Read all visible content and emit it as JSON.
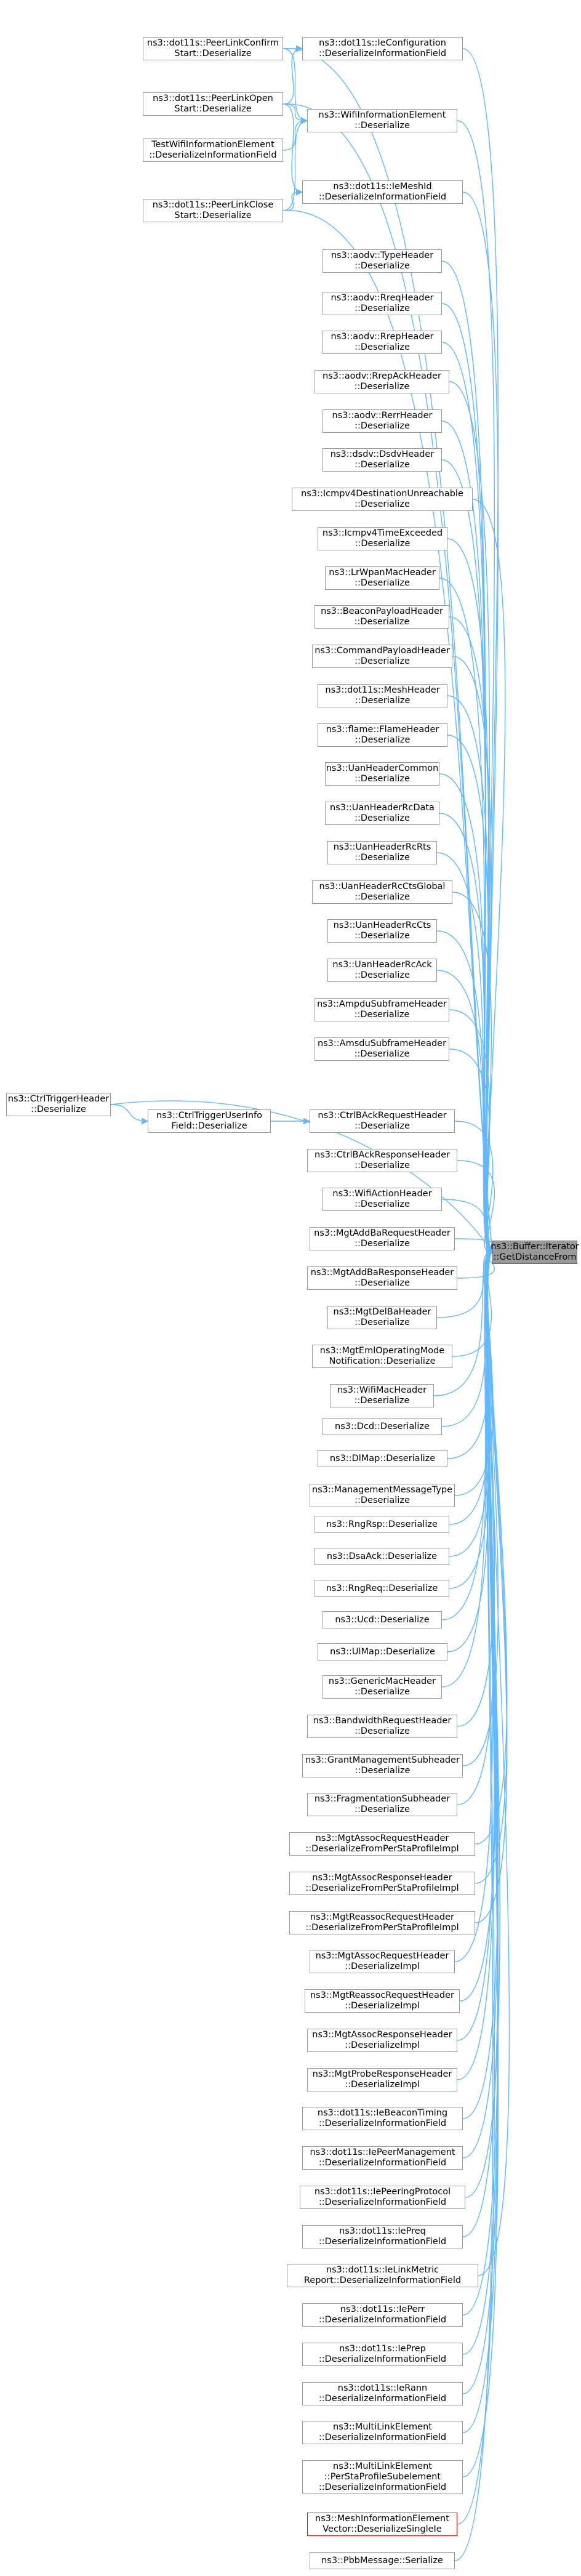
{
  "colors": {
    "edge": "#63b8ff",
    "node_border": "#999999",
    "focus_fill": "#999999",
    "highlight_border": "#ff0000"
  },
  "focus": {
    "lines": [
      "ns3::Buffer::Iterator",
      "::GetDistanceFrom"
    ]
  },
  "left_nodes": [
    {
      "id": "peer-link-confirm",
      "lines": [
        "ns3::dot11s::PeerLinkConfirm",
        "Start::Deserialize"
      ]
    },
    {
      "id": "peer-link-open",
      "lines": [
        "ns3::dot11s::PeerLinkOpen",
        "Start::Deserialize"
      ]
    },
    {
      "id": "test-wifi-information-element",
      "lines": [
        "TestWifiInformationElement",
        "::DeserializeInformationField"
      ]
    },
    {
      "id": "peer-link-close",
      "lines": [
        "ns3::dot11s::PeerLinkClose",
        "Start::Deserialize"
      ]
    },
    {
      "id": "ctrl-trigger-header",
      "lines": [
        "ns3::CtrlTriggerHeader",
        "::Deserialize"
      ]
    },
    {
      "id": "ctrl-trigger-user-info",
      "lines": [
        "ns3::CtrlTriggerUserInfo",
        "Field::Deserialize"
      ]
    }
  ],
  "middle_nodes": [
    {
      "lines": [
        "ns3::dot11s::IeConfiguration",
        "::DeserializeInformationField"
      ]
    },
    {
      "lines": [
        "ns3::WifiInformationElement",
        "::Deserialize"
      ]
    },
    {
      "lines": [
        "ns3::dot11s::IeMeshId",
        "::DeserializeInformationField"
      ]
    },
    {
      "lines": [
        "ns3::aodv::TypeHeader",
        "::Deserialize"
      ]
    },
    {
      "lines": [
        "ns3::aodv::RreqHeader",
        "::Deserialize"
      ]
    },
    {
      "lines": [
        "ns3::aodv::RrepHeader",
        "::Deserialize"
      ]
    },
    {
      "lines": [
        "ns3::aodv::RrepAckHeader",
        "::Deserialize"
      ]
    },
    {
      "lines": [
        "ns3::aodv::RerrHeader",
        "::Deserialize"
      ]
    },
    {
      "lines": [
        "ns3::dsdv::DsdvHeader",
        "::Deserialize"
      ]
    },
    {
      "lines": [
        "ns3::Icmpv4DestinationUnreachable",
        "::Deserialize"
      ]
    },
    {
      "lines": [
        "ns3::Icmpv4TimeExceeded",
        "::Deserialize"
      ]
    },
    {
      "lines": [
        "ns3::LrWpanMacHeader",
        "::Deserialize"
      ]
    },
    {
      "lines": [
        "ns3::BeaconPayloadHeader",
        "::Deserialize"
      ]
    },
    {
      "lines": [
        "ns3::CommandPayloadHeader",
        "::Deserialize"
      ]
    },
    {
      "lines": [
        "ns3::dot11s::MeshHeader",
        "::Deserialize"
      ]
    },
    {
      "lines": [
        "ns3::flame::FlameHeader",
        "::Deserialize"
      ]
    },
    {
      "lines": [
        "ns3::UanHeaderCommon",
        "::Deserialize"
      ]
    },
    {
      "lines": [
        "ns3::UanHeaderRcData",
        "::Deserialize"
      ]
    },
    {
      "lines": [
        "ns3::UanHeaderRcRts",
        "::Deserialize"
      ]
    },
    {
      "lines": [
        "ns3::UanHeaderRcCtsGlobal",
        "::Deserialize"
      ]
    },
    {
      "lines": [
        "ns3::UanHeaderRcCts",
        "::Deserialize"
      ]
    },
    {
      "lines": [
        "ns3::UanHeaderRcAck",
        "::Deserialize"
      ]
    },
    {
      "lines": [
        "ns3::AmpduSubframeHeader",
        "::Deserialize"
      ]
    },
    {
      "lines": [
        "ns3::AmsduSubframeHeader",
        "::Deserialize"
      ]
    },
    {
      "lines": [
        "ns3::CtrlBAckRequestHeader",
        "::Deserialize"
      ]
    },
    {
      "lines": [
        "ns3::CtrlBAckResponseHeader",
        "::Deserialize"
      ]
    },
    {
      "lines": [
        "ns3::WifiActionHeader",
        "::Deserialize"
      ]
    },
    {
      "lines": [
        "ns3::MgtAddBaRequestHeader",
        "::Deserialize"
      ]
    },
    {
      "lines": [
        "ns3::MgtAddBaResponseHeader",
        "::Deserialize"
      ]
    },
    {
      "lines": [
        "ns3::MgtDelBaHeader",
        "::Deserialize"
      ]
    },
    {
      "lines": [
        "ns3::MgtEmlOperatingMode",
        "Notification::Deserialize"
      ]
    },
    {
      "lines": [
        "ns3::WifiMacHeader",
        "::Deserialize"
      ]
    },
    {
      "lines": [
        "ns3::Dcd::Deserialize"
      ]
    },
    {
      "lines": [
        "ns3::DlMap::Deserialize"
      ]
    },
    {
      "lines": [
        "ns3::ManagementMessageType",
        "::Deserialize"
      ]
    },
    {
      "lines": [
        "ns3::RngRsp::Deserialize"
      ]
    },
    {
      "lines": [
        "ns3::DsaAck::Deserialize"
      ]
    },
    {
      "lines": [
        "ns3::RngReq::Deserialize"
      ]
    },
    {
      "lines": [
        "ns3::Ucd::Deserialize"
      ]
    },
    {
      "lines": [
        "ns3::UlMap::Deserialize"
      ]
    },
    {
      "lines": [
        "ns3::GenericMacHeader",
        "::Deserialize"
      ]
    },
    {
      "lines": [
        "ns3::BandwidthRequestHeader",
        "::Deserialize"
      ]
    },
    {
      "lines": [
        "ns3::GrantManagementSubheader",
        "::Deserialize"
      ]
    },
    {
      "lines": [
        "ns3::FragmentationSubheader",
        "::Deserialize"
      ]
    },
    {
      "lines": [
        "ns3::MgtAssocRequestHeader",
        "::DeserializeFromPerStaProfileImpl"
      ]
    },
    {
      "lines": [
        "ns3::MgtAssocResponseHeader",
        "::DeserializeFromPerStaProfileImpl"
      ]
    },
    {
      "lines": [
        "ns3::MgtReassocRequestHeader",
        "::DeserializeFromPerStaProfileImpl"
      ]
    },
    {
      "lines": [
        "ns3::MgtAssocRequestHeader",
        "::DeserializeImpl"
      ]
    },
    {
      "lines": [
        "ns3::MgtReassocRequestHeader",
        "::DeserializeImpl"
      ]
    },
    {
      "lines": [
        "ns3::MgtAssocResponseHeader",
        "::DeserializeImpl"
      ]
    },
    {
      "lines": [
        "ns3::MgtProbeResponseHeader",
        "::DeserializeImpl"
      ]
    },
    {
      "lines": [
        "ns3::dot11s::IeBeaconTiming",
        "::DeserializeInformationField"
      ]
    },
    {
      "lines": [
        "ns3::dot11s::IePeerManagement",
        "::DeserializeInformationField"
      ]
    },
    {
      "lines": [
        "ns3::dot11s::IePeeringProtocol",
        "::DeserializeInformationField"
      ]
    },
    {
      "lines": [
        "ns3::dot11s::IePreq",
        "::DeserializeInformationField"
      ]
    },
    {
      "lines": [
        "ns3::dot11s::IeLinkMetric",
        "Report::DeserializeInformationField"
      ]
    },
    {
      "lines": [
        "ns3::dot11s::IePerr",
        "::DeserializeInformationField"
      ]
    },
    {
      "lines": [
        "ns3::dot11s::IePrep",
        "::DeserializeInformationField"
      ]
    },
    {
      "lines": [
        "ns3::dot11s::IeRann",
        "::DeserializeInformationField"
      ]
    },
    {
      "lines": [
        "ns3::MultiLinkElement",
        "::DeserializeInformationField"
      ]
    },
    {
      "lines": [
        "ns3::MultiLinkElement",
        "::PerStaProfileSubelement",
        "::DeserializeInformationField"
      ]
    },
    {
      "lines": [
        "ns3::MeshInformationElement",
        "Vector::DeserializeSingleIe"
      ]
    },
    {
      "lines": [
        "ns3::PbbMessage::Serialize"
      ]
    }
  ]
}
